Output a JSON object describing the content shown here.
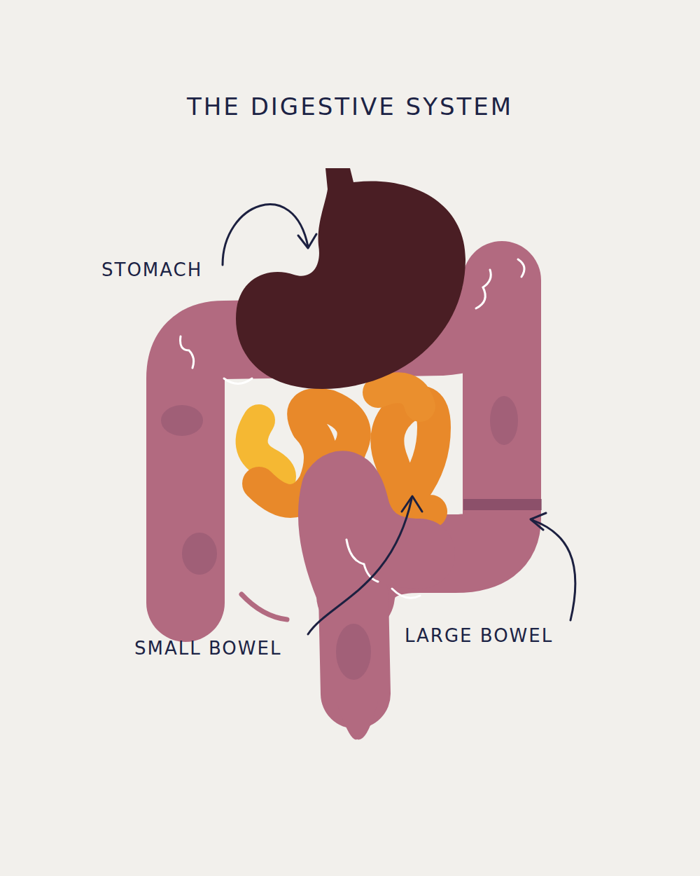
{
  "diagram": {
    "title": "THE DIGESTIVE SYSTEM",
    "labels": [
      "STOMACH",
      "SMALL BOWEL",
      "LARGE BOWEL"
    ]
  }
}
